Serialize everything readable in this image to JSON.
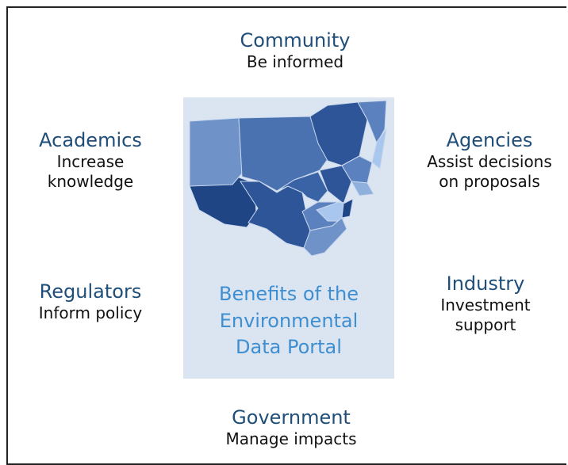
{
  "stakeholders": {
    "community": {
      "role": "Community",
      "benefit_lines": [
        "Be informed"
      ]
    },
    "academics": {
      "role": "Academics",
      "benefit_lines": [
        "Increase",
        "knowledge"
      ]
    },
    "agencies": {
      "role": "Agencies",
      "benefit_lines": [
        "Assist decisions",
        "on proposals"
      ]
    },
    "regulators": {
      "role": "Regulators",
      "benefit_lines": [
        "Inform policy"
      ]
    },
    "industry": {
      "role": "Industry",
      "benefit_lines": [
        "Investment",
        "support"
      ]
    },
    "government": {
      "role": "Government",
      "benefit_lines": [
        "Manage impacts"
      ]
    }
  },
  "center": {
    "title_lines": [
      "Benefits  of the",
      "Environmental",
      "Data Portal"
    ],
    "panel_color": "#dbe5f1",
    "title_color": "#3e8ed0"
  },
  "map": {
    "region_colors": [
      "#2e5597",
      "#4a72b0",
      "#3a63a5",
      "#6f93c8",
      "#5b82be",
      "#8fb0dc",
      "#a9c6ee",
      "#1f4585"
    ]
  },
  "colors": {
    "role_text": "#1f4e79",
    "benefit_text": "#111111",
    "border": "#222222"
  }
}
